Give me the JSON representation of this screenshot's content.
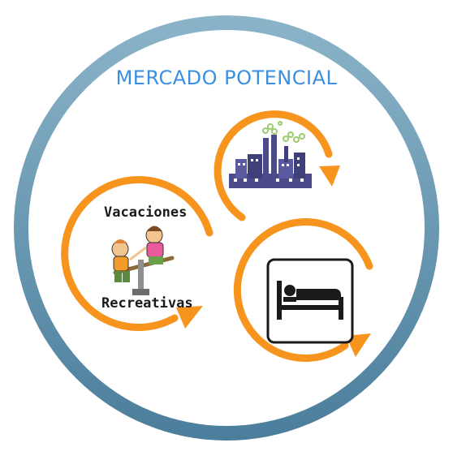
{
  "title": "MERCADO POTENCIAL",
  "segments": [
    {
      "name": "industria",
      "icon": "factory-icon"
    },
    {
      "name": "vacaciones",
      "icon": "children-seesaw-icon",
      "label_top": "Vacaciones",
      "label_bottom": "Recreativas"
    },
    {
      "name": "hospedaje",
      "icon": "bed-icon"
    }
  ],
  "colors": {
    "ring_outer": "#4f86a5",
    "ring_inner": "#8ab3c8",
    "arrow": "#f7941d",
    "title": "#3b8fe0",
    "factory": "#4b4b8a"
  }
}
